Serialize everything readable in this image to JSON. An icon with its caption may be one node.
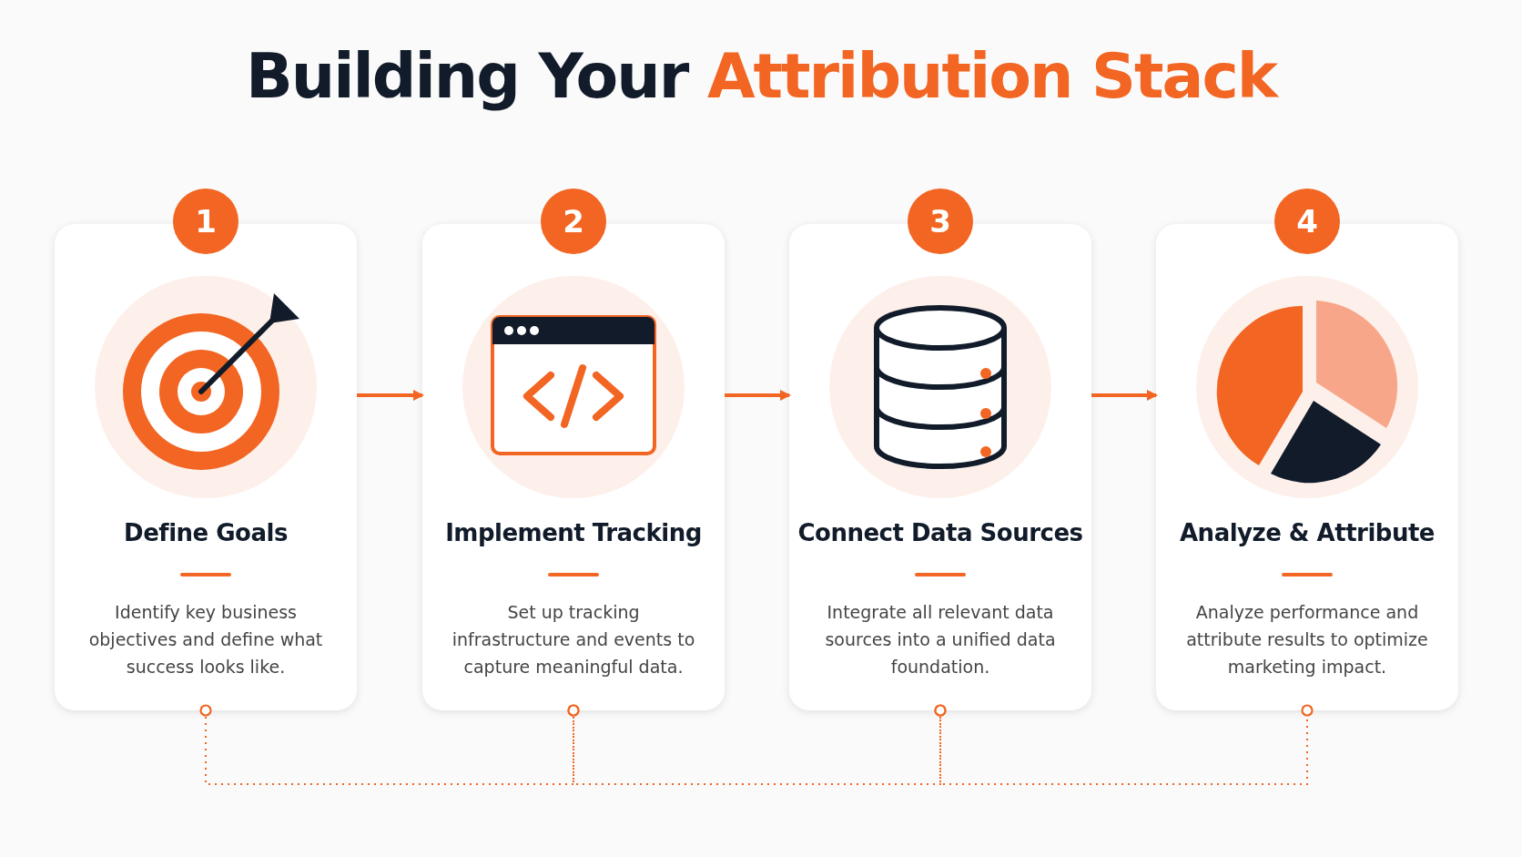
{
  "diagram": {
    "title": "Building Your Attribution Stack",
    "nodes": [
      {
        "text": [
          "1",
          "Define Goals",
          "Identify key business objectives and define what success looks like."
        ]
      },
      {
        "text": [
          "2",
          "Implement Tracking",
          "Set up tracking infrastructure and events to capture meaningful data."
        ]
      },
      {
        "text": [
          "3",
          "Connect Data Sources",
          "Integrate all relevant data sources into a unified data foundation."
        ]
      },
      {
        "text": [
          "4",
          "Analyze & Attribute",
          "Analyze performance and attribute results to optimize marketing impact."
        ]
      }
    ],
    "edges": [
      {
        "from": 0,
        "to": 1,
        "arrow": "to"
      },
      {
        "from": 1,
        "to": 2,
        "arrow": "to"
      },
      {
        "from": 2,
        "to": 3,
        "arrow": "to"
      },
      {
        "from": 0,
        "to": 1,
        "arrow": "other",
        "style": "dashed"
      },
      {
        "from": 1,
        "to": 2,
        "arrow": "other",
        "style": "dashed"
      },
      {
        "from": 2,
        "to": 3,
        "arrow": "other",
        "style": "dashed"
      }
    ]
  }
}
